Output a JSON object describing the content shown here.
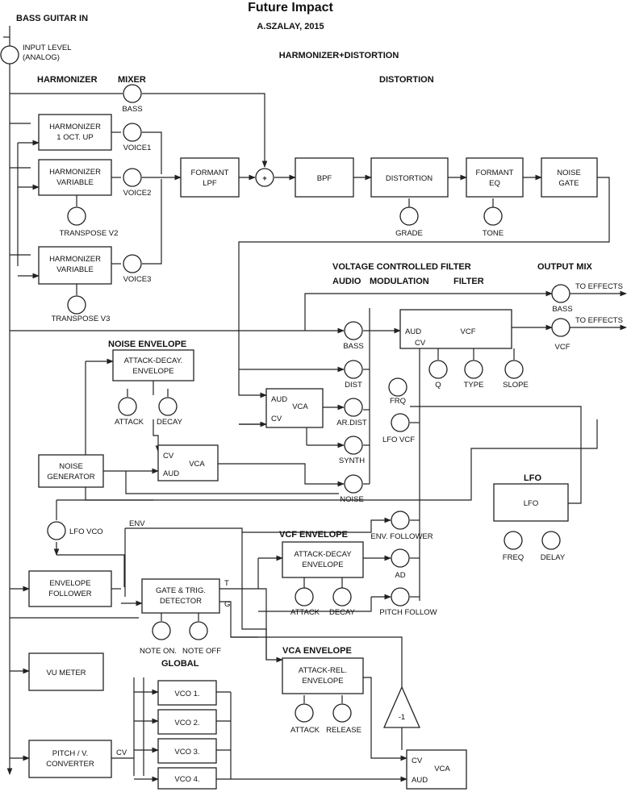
{
  "title": "Future Impact",
  "author": "A.SZALAY, 2015",
  "subtitle": "HARMONIZER+DISTORTION",
  "sections": {
    "bass_in": "BASS GUITAR IN",
    "harmonizer": "HARMONIZER",
    "mixer": "MIXER",
    "distortion": "DISTORTION",
    "vcf_title": "VOLTAGE CONTROLLED FILTER",
    "audio": "AUDIO",
    "modulation": "MODULATION",
    "filter": "FILTER",
    "output_mix": "OUTPUT MIX",
    "noise_env": "NOISE ENVELOPE",
    "lfo": "LFO",
    "vcf_env": "VCF ENVELOPE",
    "vca_env": "VCA ENVELOPE",
    "global": "GLOBAL"
  },
  "blocks": {
    "harm1": [
      "HARMONIZER",
      "1 OCT. UP"
    ],
    "harm2": [
      "HARMONIZER",
      "VARIABLE"
    ],
    "harm3": [
      "HARMONIZER",
      "VARIABLE"
    ],
    "formant_lpf": [
      "FORMANT",
      "LPF"
    ],
    "bpf": [
      "BPF"
    ],
    "distortion": [
      "DISTORTION"
    ],
    "formant_eq": [
      "FORMANT",
      "EQ"
    ],
    "noise_gate": [
      "NOISE",
      "GATE"
    ],
    "vcf": "VCF",
    "vcf_aud": "AUD",
    "vcf_cv": "CV",
    "noise_env_box": [
      "ATTACK-DECAY.",
      "ENVELOPE"
    ],
    "vca_dist": "VCA",
    "vca_dist_aud": "AUD",
    "vca_dist_cv": "CV",
    "vca_noise": "VCA",
    "vca_noise_cv": "CV",
    "vca_noise_aud": "AUD",
    "noise_gen": [
      "NOISE",
      "GENERATOR"
    ],
    "lfo_box": [
      "LFO"
    ],
    "vcf_env_box": [
      "ATTACK-DECAY",
      "ENVELOPE"
    ],
    "env_follower": [
      "ENVELOPE",
      "FOLLOWER"
    ],
    "gate_trig": [
      "GATE & TRIG.",
      "DETECTOR"
    ],
    "vca_env_box": [
      "ATTACK-REL.",
      "ENVELOPE"
    ],
    "vu_meter": [
      "VU METER"
    ],
    "vco1": [
      "VCO 1."
    ],
    "vco2": [
      "VCO 2."
    ],
    "vco3": [
      "VCO 3."
    ],
    "vco4": [
      "VCO 4."
    ],
    "pitch_conv": [
      "PITCH / V.",
      "CONVERTER"
    ],
    "inverter": "-1",
    "vca_out": "VCA",
    "vca_out_cv": "CV",
    "vca_out_aud": "AUD",
    "summer": "+"
  },
  "knobs": {
    "input_level": [
      "INPUT LEVEL",
      "(ANALOG)"
    ],
    "mix_bass": "BASS",
    "voice1": "VOICE1",
    "voice2": "VOICE2",
    "voice3": "VOICE3",
    "transpose_v2": "TRANSPOSE V2",
    "transpose_v3": "TRANSPOSE V3",
    "grade": "GRADE",
    "tone": "TONE",
    "out_bass": "BASS",
    "out_vcf": "VCF",
    "mod_bass": "BASS",
    "mod_dist": "DIST",
    "mod_ardist": "AR.DIST",
    "mod_synth": "SYNTH",
    "mod_noise": "NOISE",
    "q": "Q",
    "type": "TYPE",
    "slope": "SLOPE",
    "frq": "FRQ",
    "lfo_vcf": "LFO VCF",
    "ne_attack": "ATTACK",
    "ne_decay": "DECAY",
    "lfo_freq": "FREQ",
    "lfo_delay": "DELAY",
    "lfo_vco": "LFO VCO",
    "env_foll_k": "ENV. FOLLOWER",
    "ad": "AD",
    "pitch_follow": "PITCH FOLLOW",
    "ve_attack": "ATTACK",
    "ve_decay": "DECAY",
    "note_on": "NOTE ON.",
    "note_off": "NOTE OFF",
    "va_attack": "ATTACK",
    "va_release": "RELEASE"
  },
  "misc": {
    "to_effects_1": "TO EFFECTS",
    "to_effects_2": "TO EFFECTS",
    "env": "ENV",
    "t": "T",
    "g": "G",
    "cv": "CV"
  }
}
